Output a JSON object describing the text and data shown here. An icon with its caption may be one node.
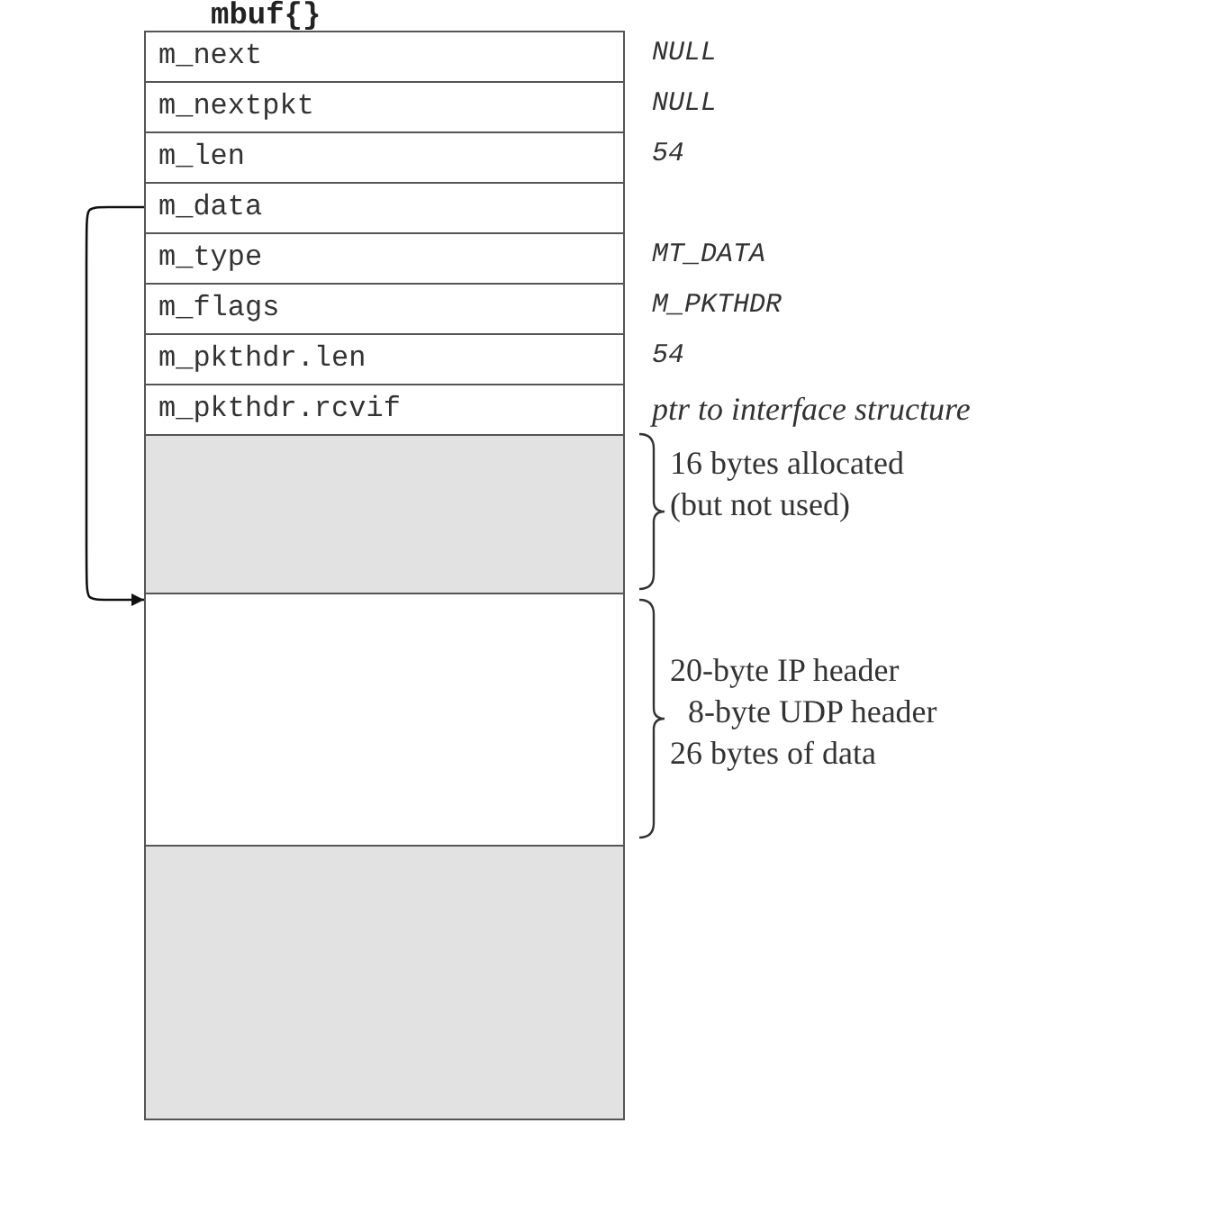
{
  "diagram": {
    "title": "mbuf{}",
    "nodes": [
      {
        "text": [
          "m_next"
        ],
        "beside": [
          "NULL"
        ]
      },
      {
        "text": [
          "m_nextpkt"
        ],
        "beside": [
          "NULL"
        ]
      },
      {
        "text": [
          "m_len"
        ],
        "beside": [
          "54"
        ]
      },
      {
        "text": [
          "m_data"
        ]
      },
      {
        "text": [
          "m_type"
        ],
        "beside": [
          "MT_DATA"
        ]
      },
      {
        "text": [
          "m_flags"
        ],
        "beside": [
          "M_PKTHDR"
        ]
      },
      {
        "text": [
          "m_pkthdr.len"
        ],
        "beside": [
          "54"
        ]
      },
      {
        "text": [
          "m_pkthdr.rcvif"
        ],
        "beside": [
          "ptr to interface structure"
        ]
      },
      {
        "text": [],
        "shape": "box",
        "beside": [
          "16 bytes allocated (but not used)"
        ]
      },
      {
        "text": [],
        "shape": "box",
        "beside": [
          "20-byte IP header",
          "8-byte UDP header",
          "26 bytes of data"
        ]
      },
      {
        "text": [],
        "shape": "box"
      }
    ],
    "edges": [
      {
        "from": 3,
        "to": 9,
        "arrow": "to"
      }
    ]
  }
}
